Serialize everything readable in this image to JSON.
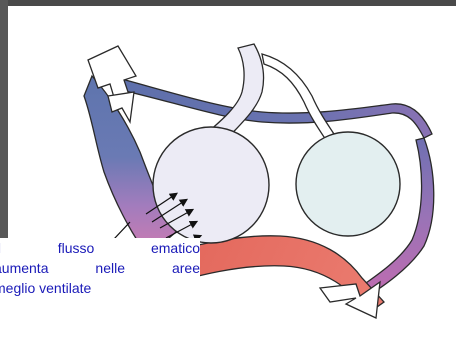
{
  "caption": {
    "line1": "Il flusso ematico",
    "line2": "aumenta nelle aree",
    "line3": "meglio ventilate"
  },
  "colors": {
    "venous_blue": "#5e74ad",
    "arterial_red": "#e46a5e",
    "mixed_purple": "#b077b7",
    "well_ventilated_alveolus": "#ecebf5",
    "poorly_ventilated_alveolus": "#e3eff0",
    "caption_text": "#1a1ab8",
    "frame_gray": "#4a4a4a"
  }
}
